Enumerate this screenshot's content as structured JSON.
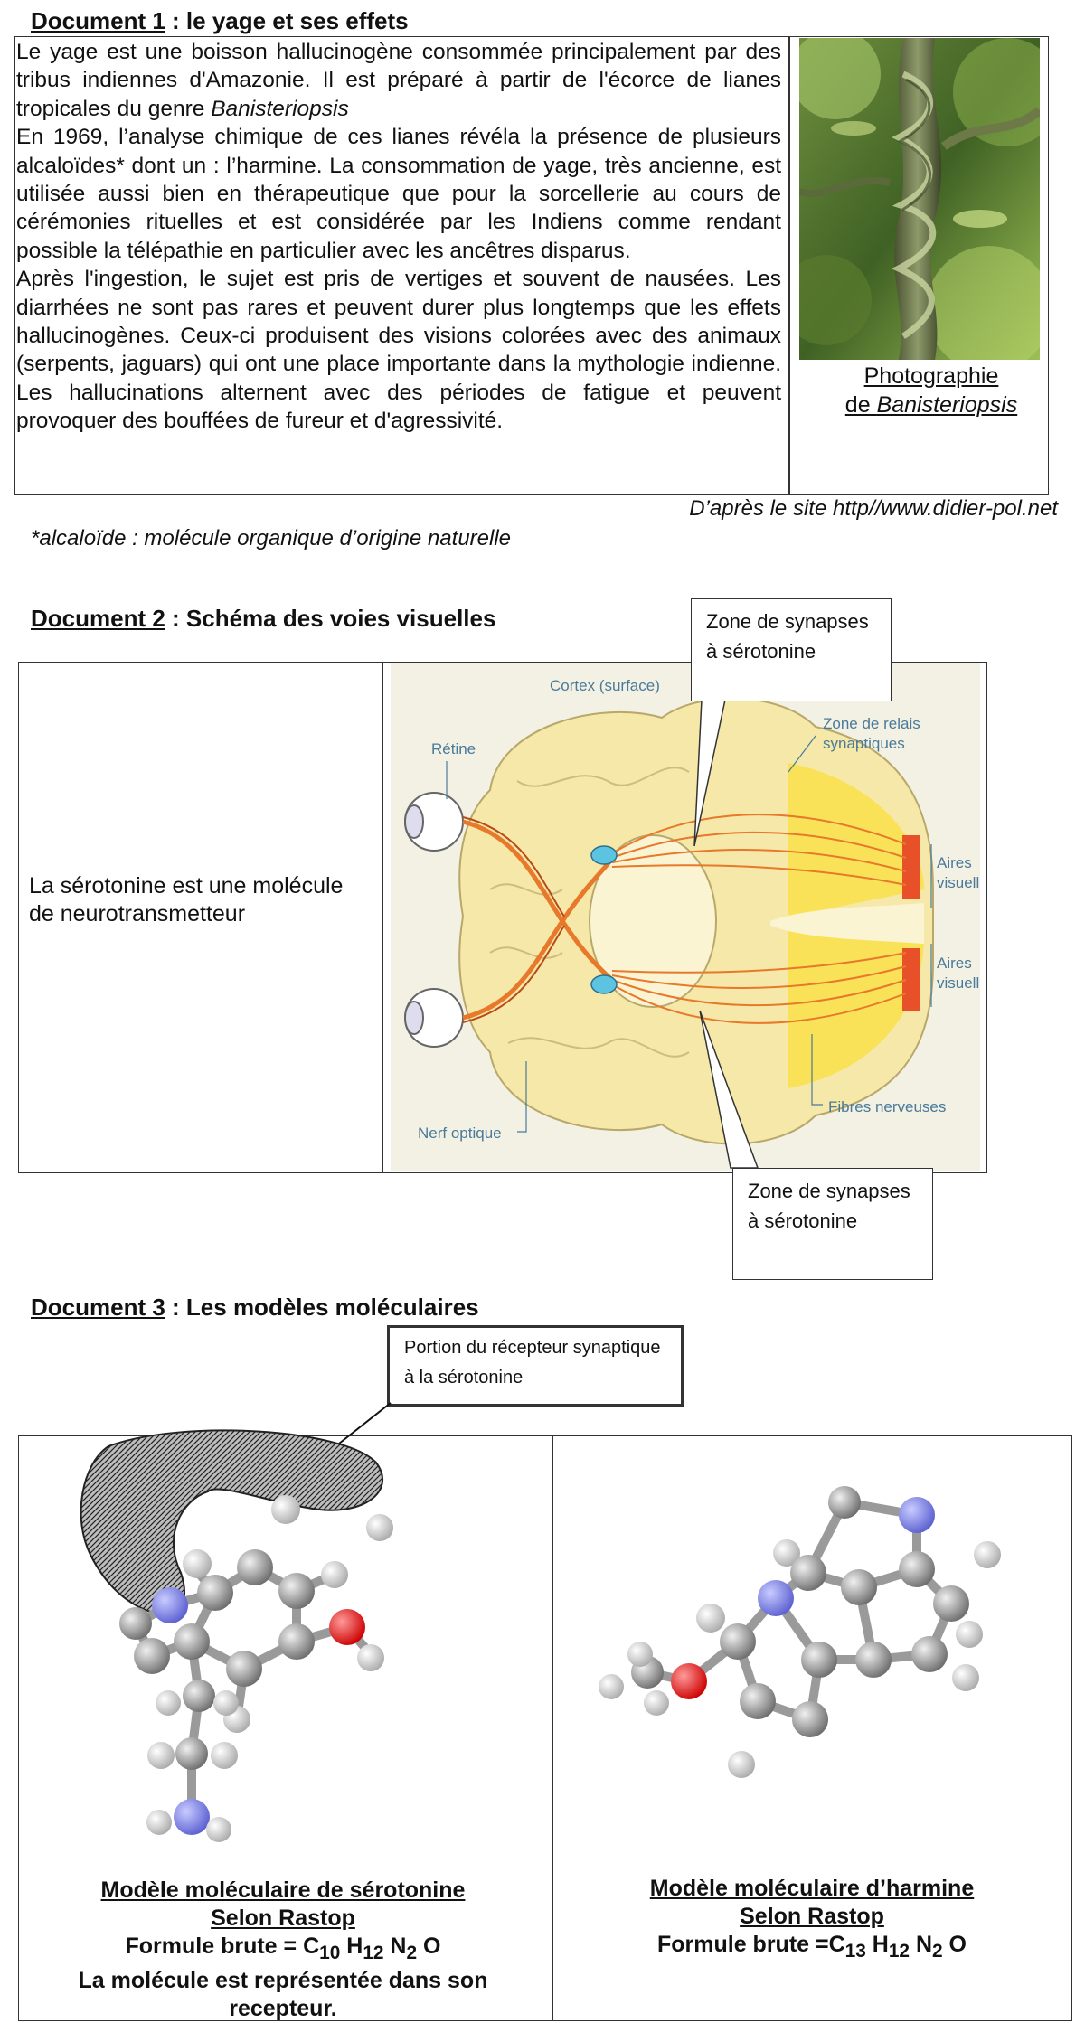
{
  "doc1": {
    "heading_label": "Document 1",
    "heading_rest": " : le yage et ses effets",
    "p1_a": "Le yage est une boisson hallucinogène consommée principalement par des tribus indiennes d'Amazonie. Il est préparé à partir de l'écorce de lianes tropicales du genre ",
    "p1_genus": "Banisteriopsis",
    "p2": "En 1969, l’analyse chimique de ces lianes révéla la présence de plusieurs alcaloïdes* dont un : l’harmine. La consommation de yage, très ancienne, est utilisée aussi bien en thérapeutique que pour la sorcellerie au cours de cérémonies rituelles et est considérée par les Indiens comme rendant possible la télépathie en particulier avec les ancêtres disparus.",
    "p3": "Après l'ingestion, le sujet est pris de vertiges et souvent de nausées. Les diarrhées ne sont pas rares et peuvent durer plus longtemps que les effets hallucinogènes. Ceux-ci produisent des visions colorées avec des animaux (serpents, jaguars) qui ont une place importante dans la mythologie indienne. Les hallucinations alternent avec des périodes de fatigue et peuvent provoquer des bouffées de fureur et d'agressivité.",
    "photo_caption_line1": "Photographie",
    "photo_caption_de": "de ",
    "photo_caption_genus": "Banisteriopsis",
    "source": "D’après le site http//www.didier-pol.net",
    "footnote": "*alcaloïde : molécule organique  d’origine naturelle"
  },
  "doc2": {
    "heading_label": "Document 2",
    "heading_rest": " : Schéma des voies visuelles",
    "note": "La sérotonine est une molécule de neurotransmetteur",
    "callout_top": "Zone de synapses à sérotonine",
    "callout_bottom": "Zone de synapses à sérotonine",
    "labels": {
      "cortex": "Cortex (surface)",
      "retine": "Rétine",
      "relais1": "Zone de relais",
      "relais2": "synaptiques",
      "aires1a": "Aires",
      "aires1b": "visuelles",
      "aires2a": "Aires",
      "aires2b": "visuelles",
      "fibres": "Fibres nerveuses",
      "nerf": "Nerf optique"
    }
  },
  "doc3": {
    "heading_label": "Document 3",
    "heading_rest": " : Les modèles moléculaires",
    "callout": "Portion du récepteur synaptique à la sérotonine",
    "sero_title": "Modèle moléculaire de sérotonine",
    "sero_sub": "Selon Rastop",
    "sero_formula_prefix": "Formule brute = C",
    "sero_c": "10",
    "sero_h": "12",
    "sero_n": "2",
    "sero_o": " O",
    "sero_note": "La molécule est représentée dans son recepteur.",
    "harm_title": "Modèle moléculaire d’harmine",
    "harm_sub": "Selon Rastop",
    "harm_formula_prefix": "Formule brute =C",
    "harm_c": "13",
    "harm_h": "12",
    "harm_n": "2",
    "harm_o": " O"
  }
}
